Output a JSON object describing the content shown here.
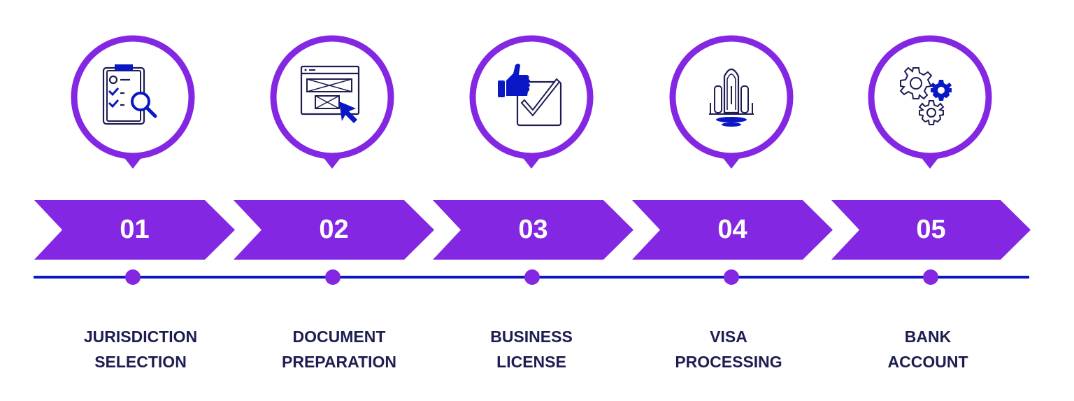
{
  "colors": {
    "purple": "#8427e2",
    "blue": "#0a17c4",
    "navy": "#1d1d52",
    "white": "#ffffff"
  },
  "steps": [
    {
      "number": "01",
      "label_line1": "JURISDICTION",
      "label_line2": "SELECTION",
      "icon": "clipboard-search-icon"
    },
    {
      "number": "02",
      "label_line1": "DOCUMENT",
      "label_line2": "PREPARATION",
      "icon": "web-document-cursor-icon"
    },
    {
      "number": "03",
      "label_line1": "BUSINESS",
      "label_line2": "LICENSE",
      "icon": "thumbs-up-checkbox-icon"
    },
    {
      "number": "04",
      "label_line1": "VISA",
      "label_line2": "PROCESSING",
      "icon": "rocket-launch-icon"
    },
    {
      "number": "05",
      "label_line1": "BANK",
      "label_line2": "ACCOUNT",
      "icon": "gears-icon"
    }
  ]
}
